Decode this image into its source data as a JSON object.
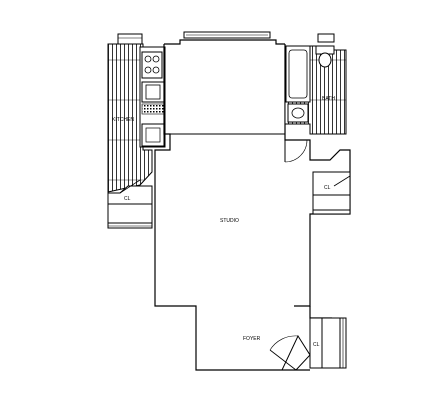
{
  "plan": {
    "rooms": {
      "studio": "STUDIO",
      "foyer": "FOYER",
      "kitchen": "KITCHEN",
      "bath": "BATH"
    },
    "closets": {
      "left": "CL",
      "right": "CL",
      "foyer": "CL"
    }
  }
}
